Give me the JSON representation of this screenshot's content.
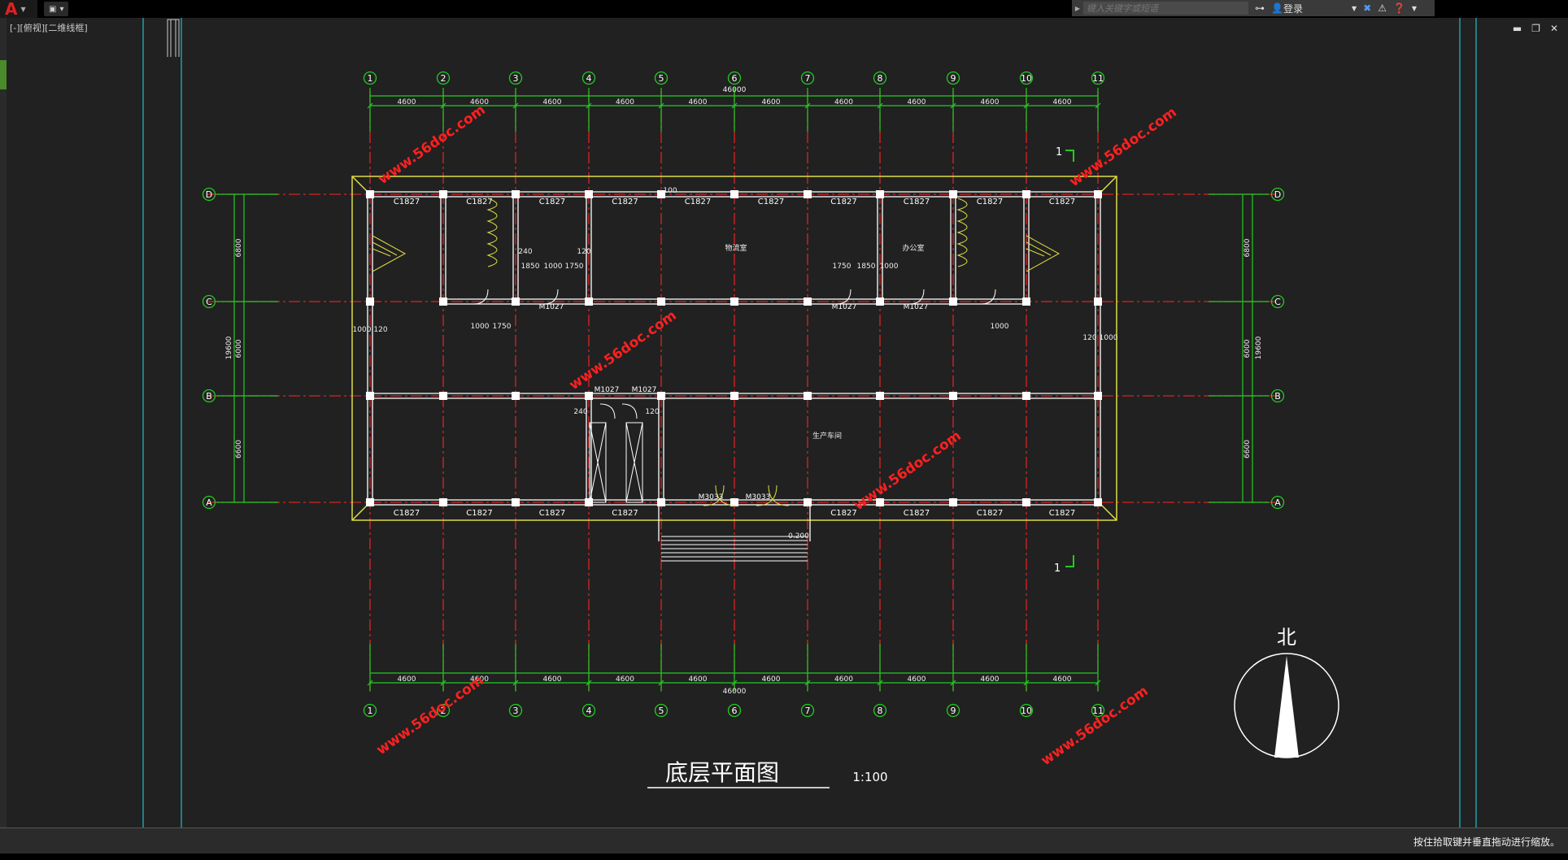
{
  "app": {
    "logo_letter": "A",
    "doc_tab_label": "[-][俯视][二维线框]",
    "search_placeholder": "键入关键字或短语",
    "login_label": "登录",
    "status_message": "按住拾取键并垂直拖动进行缩放。"
  },
  "drawing": {
    "title": "底层平面图",
    "scale": "1:100",
    "north_label": "北",
    "section_mark": "1",
    "watermark": "www.56doc.com",
    "total_width_dim": "46000",
    "total_depth_dim": "19600",
    "column_axes": [
      "1",
      "2",
      "3",
      "4",
      "5",
      "6",
      "7",
      "8",
      "9",
      "10",
      "11"
    ],
    "row_axes": [
      "A",
      "B",
      "C",
      "D"
    ],
    "bay_dims": [
      "4600",
      "4600",
      "4600",
      "4600",
      "4600",
      "4600",
      "4600",
      "4600",
      "4600",
      "4600"
    ],
    "row_dims": [
      "6600",
      "6000",
      "6800"
    ],
    "north_windows": [
      "C1827",
      "C1827",
      "C1827",
      "C1827",
      "C1827",
      "C1827",
      "C1827",
      "C1827",
      "C1827",
      "C1827"
    ],
    "south_windows": [
      "C1827",
      "C1827",
      "C1827",
      "C1827",
      "C1827",
      "C1827",
      "C1827",
      "C1827"
    ],
    "doors": [
      "M1027",
      "M1027",
      "M1027",
      "M1027",
      "M1027",
      "M1027"
    ],
    "entrance_doors": [
      "M3033",
      "M3033"
    ],
    "room_labels": [
      "物流室",
      "办公室",
      "生产车间"
    ],
    "misc_dims": [
      "240",
      "120",
      "1850",
      "1000",
      "1750",
      "1000",
      "120",
      "1000",
      "1750",
      "120",
      "1000",
      "240",
      "120",
      "1850",
      "1000",
      "1750",
      "100",
      "1000",
      "0.200"
    ]
  },
  "colors": {
    "background": "#212121",
    "grid_green": "#22cc22",
    "axis_red": "#dd2222",
    "wall_white": "#ffffff",
    "outline_yellow": "#dddd44",
    "watermark_red": "#ff2020",
    "cyan_border": "#22bbcc"
  }
}
